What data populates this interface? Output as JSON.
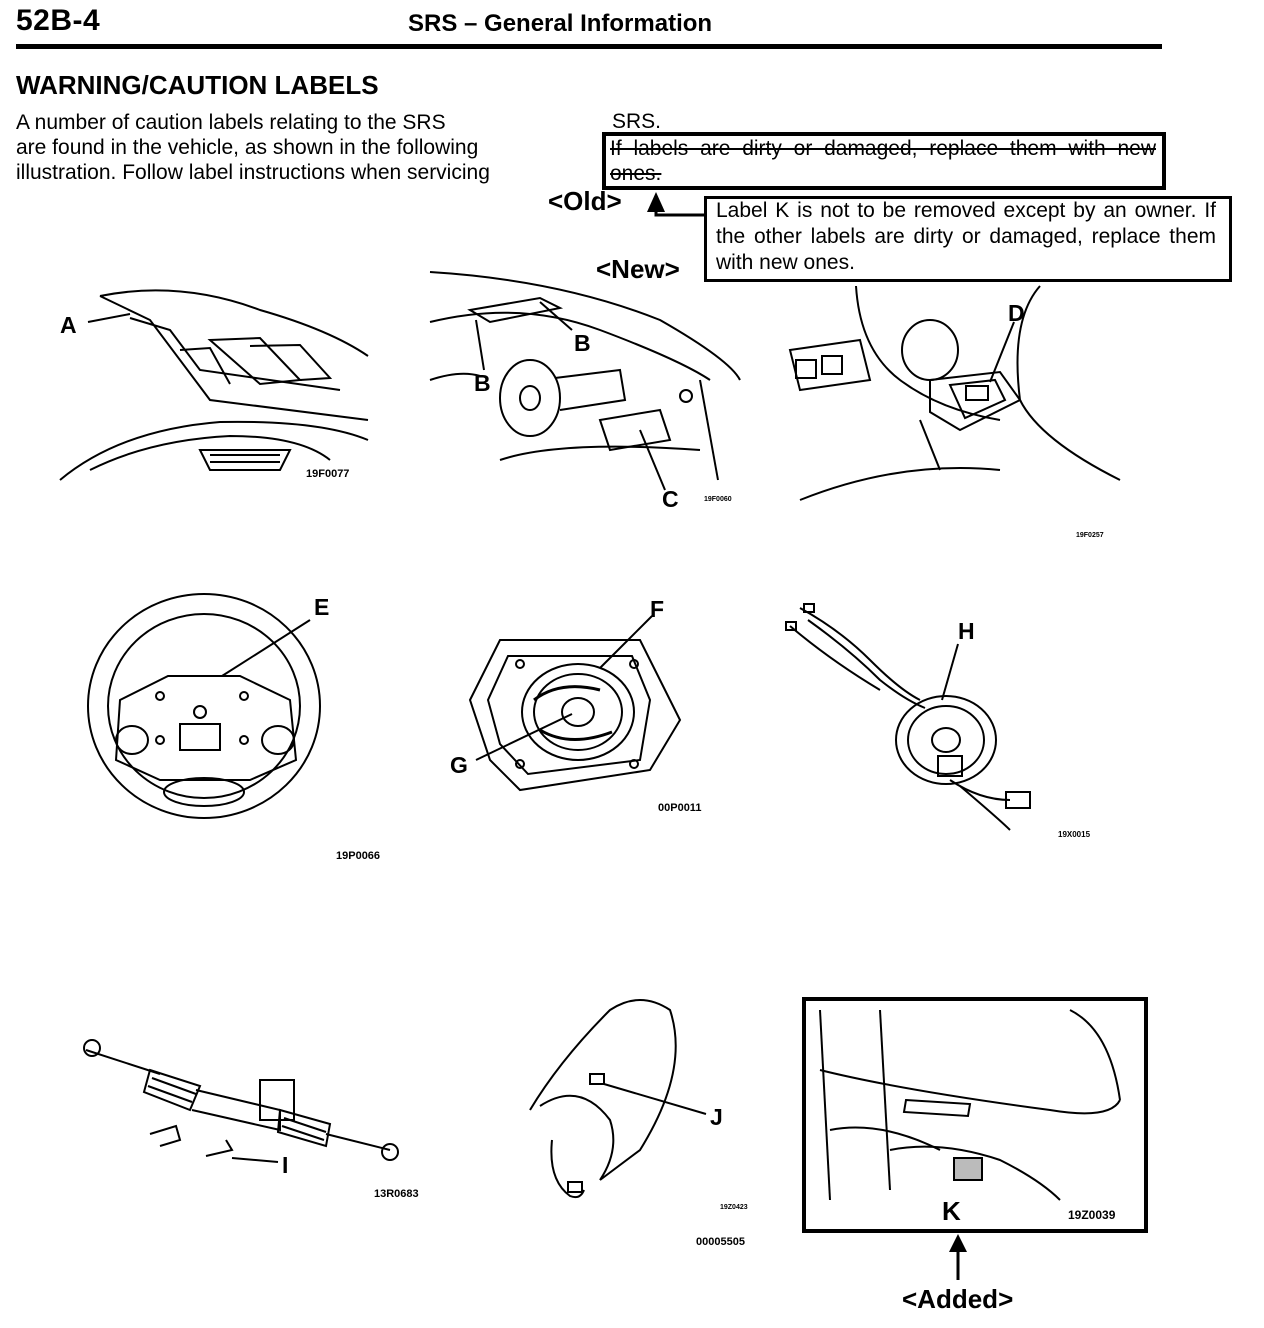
{
  "header": {
    "page_number": "52B-4",
    "title": "SRS – General Information"
  },
  "section": {
    "title": "WARNING/CAUTION LABELS",
    "intro_lines": [
      "A number of caution labels relating to the SRS",
      "are found in the vehicle, as shown in the following",
      "illustration. Follow label instructions when servicing"
    ],
    "intro_end": "SRS."
  },
  "old_note": {
    "text": "If labels are dirty or damaged, replace them with new ones.",
    "tag": "<Old>"
  },
  "new_note": {
    "text": "Label K is not to be removed except by an owner. If the other labels are dirty or damaged, replace them with new ones.",
    "tag": "<New>"
  },
  "added_tag": "<Added>",
  "labels": {
    "A": "A",
    "B1": "B",
    "B2": "B",
    "C": "C",
    "D": "D",
    "E": "E",
    "F": "F",
    "G": "G",
    "H": "H",
    "I": "I",
    "J": "J",
    "K": "K"
  },
  "figure_codes": {
    "hood": "19F0077",
    "dash": "19F0060",
    "console": "19F0257",
    "wheel": "19P0066",
    "airbag": "00P0011",
    "clockspring": "19X0015",
    "steering_gear": "13R0683",
    "pad": "19Z0423",
    "pad_group": "00005505",
    "glovebox": "19Z0039"
  }
}
